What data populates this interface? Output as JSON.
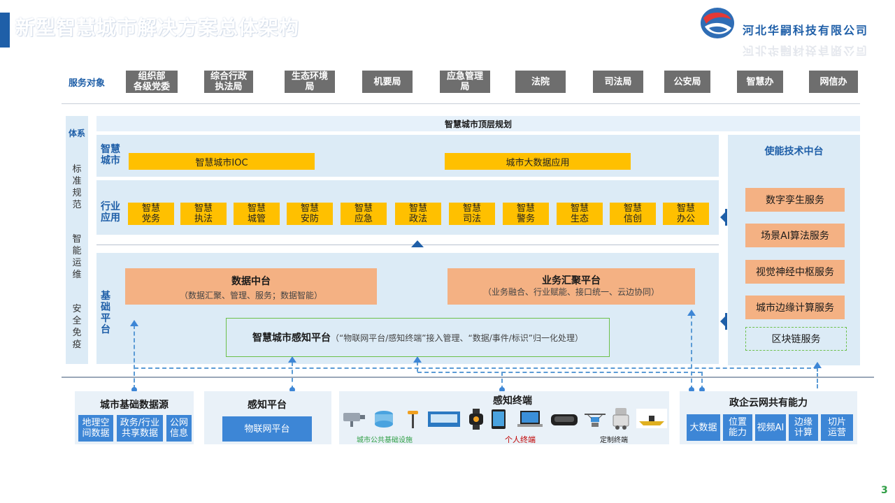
{
  "header": {
    "title": "新型智慧城市解决方案总体架构",
    "company": "河北华嗣科技有限公司"
  },
  "service": {
    "label": "服务对象",
    "items": [
      "组织部\n各级党委",
      "综合行政\n执法局",
      "生态环境\n局",
      "机要局",
      "应急管理\n局",
      "法院",
      "司法局",
      "公安局",
      "智慧办",
      "网信办"
    ]
  },
  "left": {
    "system": "体系",
    "standard": "标\n准\n规\n范",
    "ops": "智\n能\n运\n维",
    "security": "安\n全\n免\n疫"
  },
  "top_plan": "智慧城市顶层规划",
  "smart_city": {
    "label": "智慧\n城市",
    "ioc": "智慧城市IOC",
    "bigdata": "城市大数据应用"
  },
  "industry": {
    "label": "行业\n应用",
    "items": [
      "智慧\n党务",
      "智慧\n执法",
      "智慧\n城管",
      "智慧\n安防",
      "智慧\n应急",
      "智慧\n政法",
      "智慧\n司法",
      "智慧\n警务",
      "智慧\n生态",
      "智慧\n信创",
      "智慧\n办公"
    ]
  },
  "base": {
    "label": "基\n础\n平\n台",
    "data_title": "数据中台",
    "data_sub": "（数据汇聚、管理、服务；数据智能）",
    "biz_title": "业务汇聚平台",
    "biz_sub": "（业务融合、行业赋能、接口统一、云边协同）",
    "perception_title": "智慧城市感知平台",
    "perception_sub": "（“物联网平台/感知终端”接入管理、“数据/事件/标识”归一化处理）"
  },
  "enable": {
    "title": "使能技术中台",
    "items": [
      "数字孪生服务",
      "场景AI算法服务",
      "视觉神经中枢服务",
      "城市边缘计算服务"
    ],
    "blockchain": "区块链服务"
  },
  "bottom": {
    "datasource": {
      "title": "城市基础数据源",
      "items": [
        "地理空\n间数据",
        "政务/行业\n共享数据",
        "公网\n信息"
      ]
    },
    "perception": {
      "title": "感知平台",
      "iot": "物联网平台"
    },
    "terminal": {
      "title": "感知终端",
      "public": "城市公共基础设施",
      "personal": "个人终端",
      "custom": "定制终端"
    },
    "cloud": {
      "title": "政企云网共有能力",
      "items": [
        "大数据",
        "位置\n能力",
        "视频AI",
        "边缘\n计算",
        "切片\n运营"
      ]
    }
  },
  "page_number": "3",
  "icons": [
    "camera-icon",
    "storage-icon",
    "sensor-pole-icon",
    "kiosk-icon",
    "smartwatch-icon",
    "tablet-icon",
    "laptop-icon",
    "vr-headset-icon",
    "drone-icon",
    "robot-icon",
    "boat-icon",
    "logo-icon"
  ],
  "colors": {
    "brand_blue": "#1f5fa8",
    "yellow": "#ffc000",
    "orange": "#f4b183",
    "panel": "#dcebf6",
    "gray_button": "#6e6e6e",
    "cell_blue": "#3d86d6",
    "green_text": "#2e9e44",
    "red_text": "#c00000"
  }
}
